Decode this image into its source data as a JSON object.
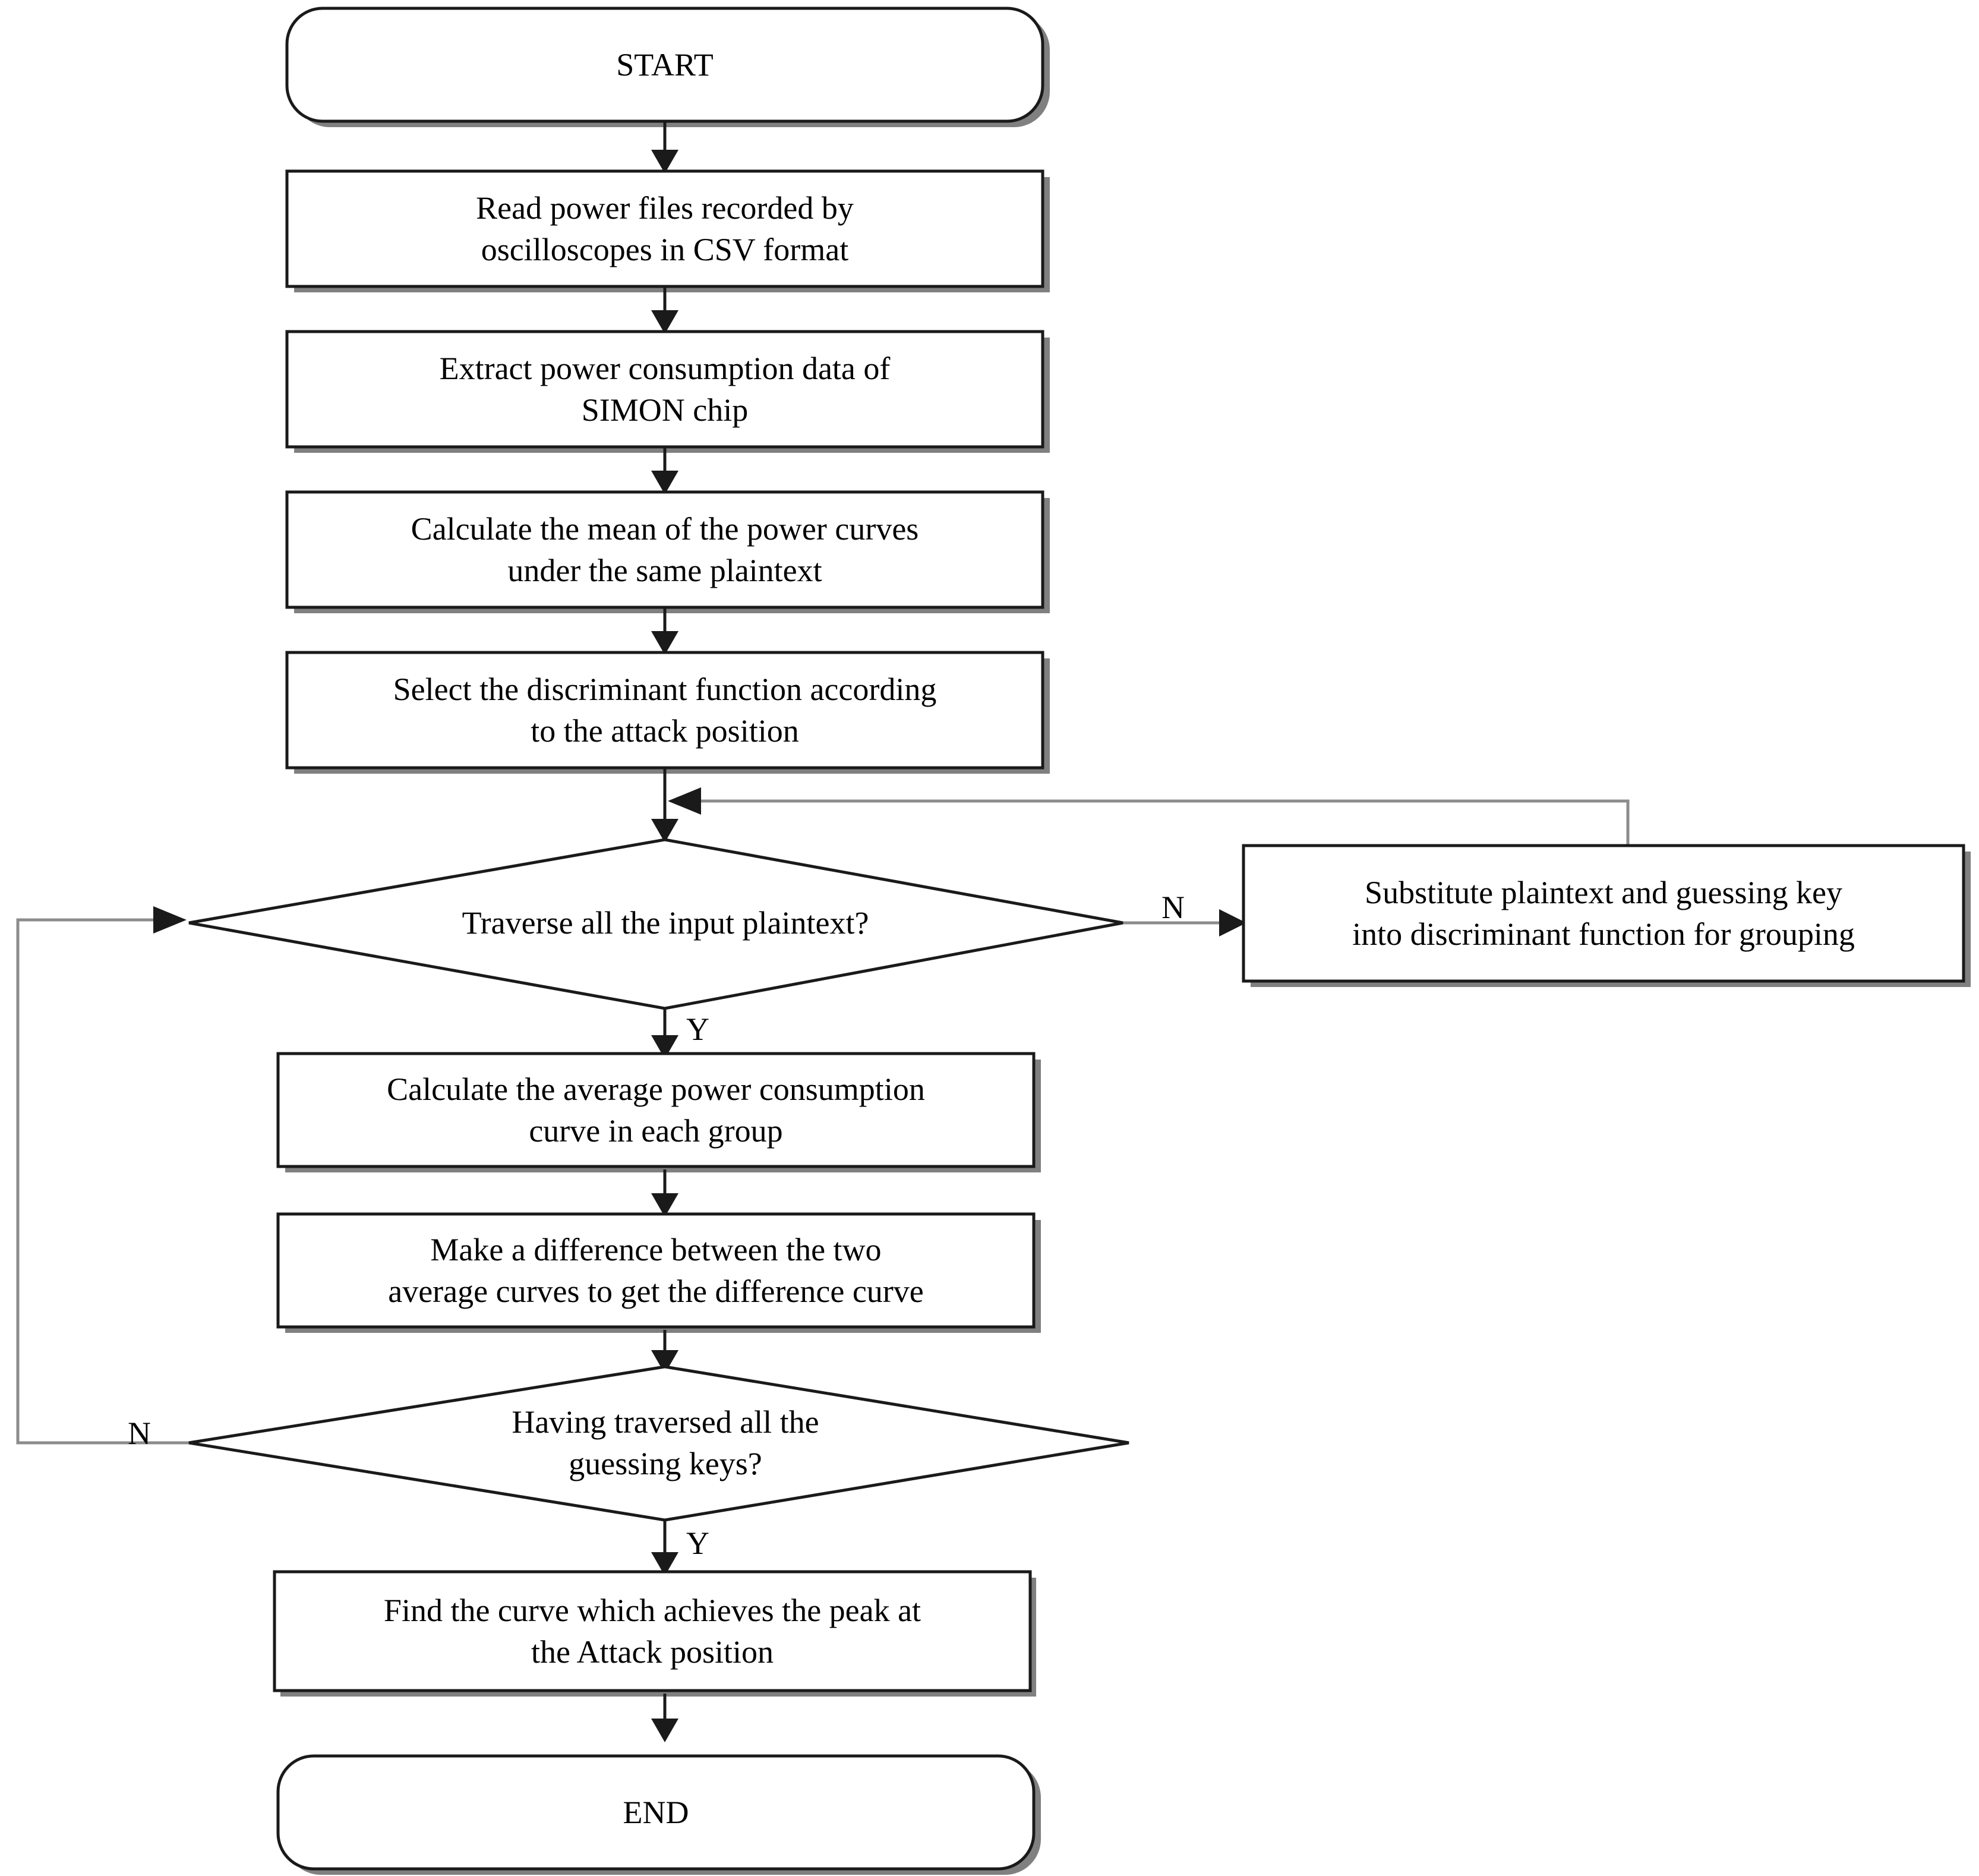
{
  "diagram": {
    "type": "flowchart",
    "title": "Differential power analysis attack flow for SIMON chip",
    "orientation": "top-to-bottom",
    "nodes": [
      {
        "id": "start",
        "shape": "terminator",
        "label": "START"
      },
      {
        "id": "read",
        "shape": "process",
        "label": "Read power files recorded by oscilloscopes in CSV format"
      },
      {
        "id": "extract",
        "shape": "process",
        "label": "Extract power consumption data of SIMON chip"
      },
      {
        "id": "mean",
        "shape": "process",
        "label": "Calculate the mean of the power curves under the same plaintext"
      },
      {
        "id": "select",
        "shape": "process",
        "label": "Select the discriminant function according to the attack position"
      },
      {
        "id": "traverse",
        "shape": "decision",
        "label": "Traverse all the input plaintext?"
      },
      {
        "id": "substitute",
        "shape": "process",
        "label": "Substitute plaintext and guessing key into discriminant function for grouping"
      },
      {
        "id": "average",
        "shape": "process",
        "label": "Calculate the average power consumption curve in each group"
      },
      {
        "id": "difference",
        "shape": "process",
        "label": "Make a difference between the two average curves to get the difference curve"
      },
      {
        "id": "keys",
        "shape": "decision",
        "label": "Having traversed all the guessing keys?"
      },
      {
        "id": "peak",
        "shape": "process",
        "label": "Find the curve which achieves the peak at the Attack position"
      },
      {
        "id": "end",
        "shape": "terminator",
        "label": "END"
      }
    ],
    "edges": [
      {
        "from": "start",
        "to": "read",
        "label": ""
      },
      {
        "from": "read",
        "to": "extract",
        "label": ""
      },
      {
        "from": "extract",
        "to": "mean",
        "label": ""
      },
      {
        "from": "mean",
        "to": "select",
        "label": ""
      },
      {
        "from": "select",
        "to": "traverse",
        "label": ""
      },
      {
        "from": "traverse",
        "to": "substitute",
        "label": "N"
      },
      {
        "from": "substitute",
        "to": "traverse",
        "label": ""
      },
      {
        "from": "traverse",
        "to": "average",
        "label": "Y"
      },
      {
        "from": "average",
        "to": "difference",
        "label": ""
      },
      {
        "from": "difference",
        "to": "keys",
        "label": ""
      },
      {
        "from": "keys",
        "to": "traverse",
        "label": "N"
      },
      {
        "from": "keys",
        "to": "peak",
        "label": "Y"
      },
      {
        "from": "peak",
        "to": "end",
        "label": ""
      }
    ],
    "labels": {
      "traverse_no": "N",
      "traverse_yes": "Y",
      "keys_no": "N",
      "keys_yes": "Y"
    },
    "colors": {
      "stroke": "#1a1a1a",
      "fill": "#ffffff",
      "shadow": "#808080",
      "text": "#000000"
    },
    "node_text": {
      "start": [
        "START"
      ],
      "read": [
        "Read power files recorded by",
        "oscilloscopes in CSV format"
      ],
      "extract": [
        "Extract power consumption data of",
        "SIMON chip"
      ],
      "mean": [
        "Calculate the mean of the power curves",
        "under the same plaintext"
      ],
      "select": [
        "Select the discriminant function according",
        "to the attack position"
      ],
      "traverse": [
        "Traverse all the input plaintext?"
      ],
      "substitute": [
        "Substitute plaintext and guessing key",
        "into discriminant function for grouping"
      ],
      "average": [
        "Calculate the average power consumption",
        "curve in each group"
      ],
      "difference": [
        "Make a difference between the two",
        "average curves to get the difference curve"
      ],
      "keys": [
        "Having traversed all the",
        "guessing keys?"
      ],
      "peak": [
        "Find the curve which achieves the peak at",
        "the Attack position"
      ],
      "end": [
        "END"
      ]
    }
  }
}
